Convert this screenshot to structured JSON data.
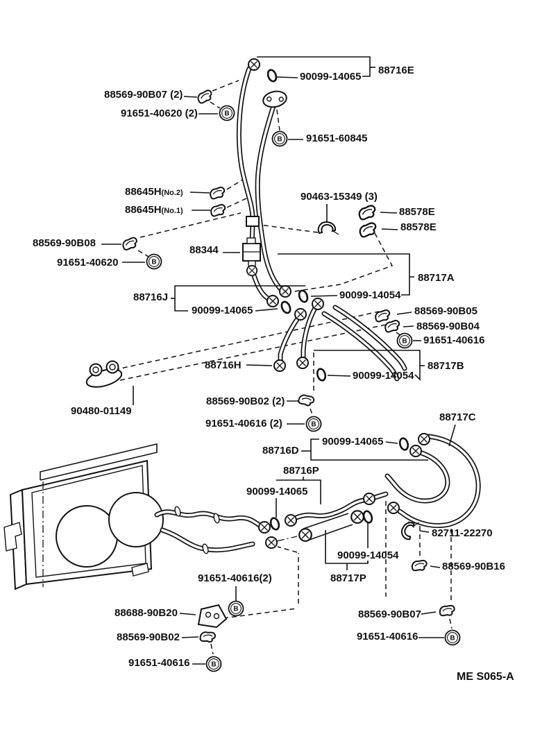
{
  "diagram": {
    "background": "#ffffff",
    "ink": "#111111",
    "drawing_code": "ME S065-A",
    "bolt_symbol": "B",
    "labels": {
      "p90099_14065_a": {
        "text": "90099-14065"
      },
      "p88716E": {
        "text": "88716E"
      },
      "p88569_90B07_2": {
        "text": "88569-90B07 (2)"
      },
      "p91651_40620_2": {
        "text": "91651-40620 (2)"
      },
      "p91651_60845": {
        "text": "91651-60845"
      },
      "p88645H_no2": {
        "text": "88645H",
        "suffix": "(No.2)"
      },
      "p88645H_no1": {
        "text": "88645H",
        "suffix": "(No.1)"
      },
      "p90463_15349_3": {
        "text": "90463-15349 (3)"
      },
      "p88578E_a": {
        "text": "88578E"
      },
      "p88578E_b": {
        "text": "88578E"
      },
      "p88569_90B08": {
        "text": "88569-90B08"
      },
      "p88344": {
        "text": "88344"
      },
      "p91651_40620": {
        "text": "91651-40620"
      },
      "p88717A": {
        "text": "88717A"
      },
      "p88716J": {
        "text": "88716J"
      },
      "p90099_14054_a": {
        "text": "90099-14054"
      },
      "p90099_14065_b": {
        "text": "90099-14065"
      },
      "p88569_90B05": {
        "text": "88569-90B05"
      },
      "p88569_90B04": {
        "text": "88569-90B04"
      },
      "p91651_40616_a": {
        "text": "91651-40616"
      },
      "p88716H": {
        "text": "88716H"
      },
      "p88717B": {
        "text": "88717B"
      },
      "p90099_14054_b": {
        "text": "90099-14054"
      },
      "p88569_90B02_2": {
        "text": "88569-90B02 (2)"
      },
      "p90480_01149": {
        "text": "90480-01149"
      },
      "p91651_40616_2a": {
        "text": "91651-40616 (2)"
      },
      "p88717C": {
        "text": "88717C"
      },
      "p90099_14065_c": {
        "text": "90099-14065"
      },
      "p88716D": {
        "text": "88716D"
      },
      "p88716P": {
        "text": "88716P"
      },
      "p90099_14065_d": {
        "text": "90099-14065"
      },
      "p82711_22270": {
        "text": "82711-22270"
      },
      "p90099_14054_c": {
        "text": "90099-14054"
      },
      "p88569_90B16": {
        "text": "88569-90B16"
      },
      "p88717P": {
        "text": "88717P"
      },
      "p91651_40616_2b": {
        "text": "91651-40616(2)"
      },
      "p88688_90B20": {
        "text": "88688-90B20"
      },
      "p88569_90B02": {
        "text": "88569-90B02"
      },
      "p91651_40616_b": {
        "text": "91651-40616"
      },
      "p88569_90B07": {
        "text": "88569-90B07"
      },
      "p91651_40616_c": {
        "text": "91651-40616"
      }
    }
  }
}
